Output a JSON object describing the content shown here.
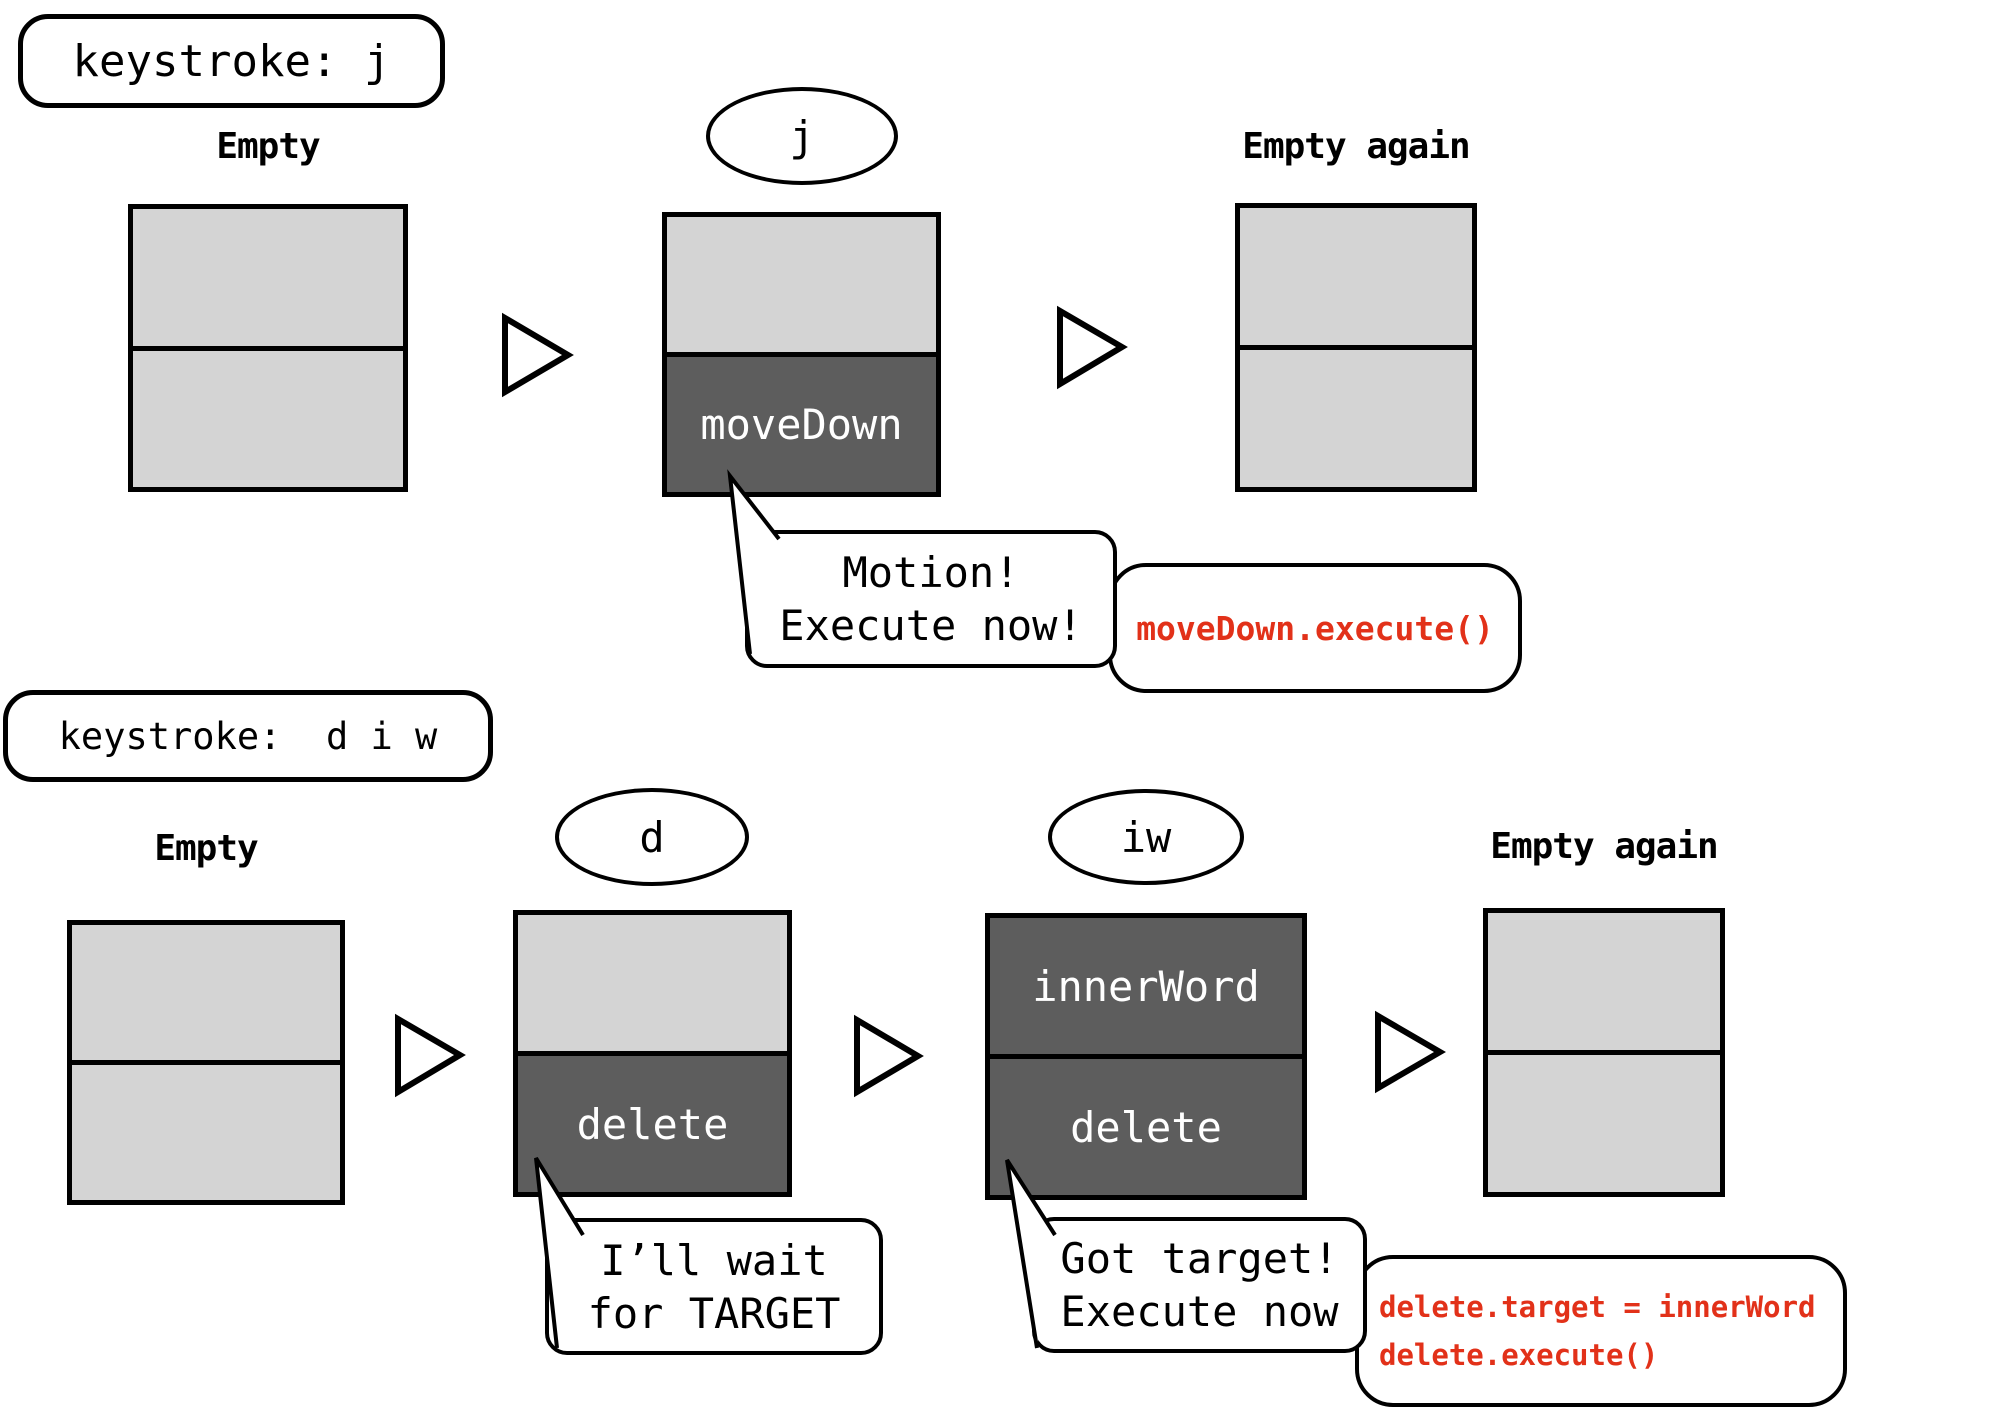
{
  "colors": {
    "cell_light": "#d4d4d4",
    "cell_dark": "#5d5d5d",
    "outline": "#000000",
    "code_red": "#e23119",
    "background": "#ffffff",
    "cell_text": "#ffffff"
  },
  "row1": {
    "keystroke": "keystroke: j",
    "label_empty": "Empty",
    "key": "j",
    "cell_movedown": "moveDown",
    "bubble_line1": "Motion!",
    "bubble_line2": "Execute now!",
    "code_line1": "moveDown.execute()",
    "label_empty_again": "Empty again"
  },
  "row2": {
    "keystroke": "keystroke:  d i w",
    "label_empty": "Empty",
    "key_d": "d",
    "cell_delete": "delete",
    "bubble1_line1": "I’ll wait",
    "bubble1_line2": "for TARGET",
    "key_iw": "iw",
    "cell_innerword": "innerWord",
    "cell_delete2": "delete",
    "bubble2_line1": "Got target!",
    "bubble2_line2": "Execute now",
    "code_line1": "delete.target = innerWord",
    "code_line2": "delete.execute()",
    "label_empty_again": "Empty again"
  }
}
